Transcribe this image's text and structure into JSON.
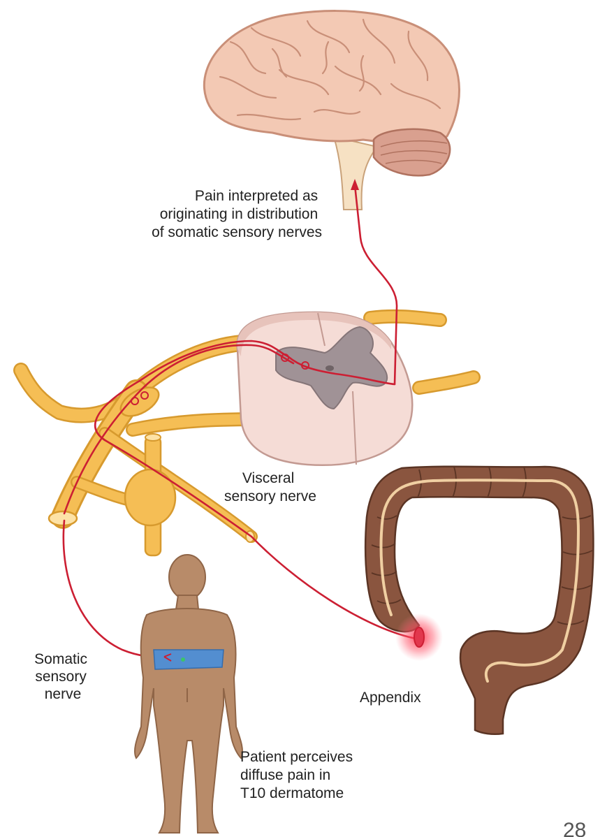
{
  "labels": {
    "brain_caption": [
      "Pain interpreted as",
      "originating in distribution",
      "of somatic sensory nerves"
    ],
    "visceral_nerve": [
      "Visceral",
      "sensory nerve"
    ],
    "somatic_nerve": [
      "Somatic",
      "sensory",
      "nerve"
    ],
    "appendix": "Appendix",
    "patient_caption": [
      "Patient perceives",
      "diffuse pain in",
      "T10 dermatome"
    ]
  },
  "page_number": "28",
  "colors": {
    "brain": "#f3c9b4",
    "brain_outline": "#c98f78",
    "cerebellum": "#d9a08f",
    "nerve": "#f5be55",
    "nerve_outline": "#d79a2e",
    "pathway": "#cc1f33",
    "spinal_cord": "#f5dcd6",
    "grey_matter": "#a09296",
    "colon": "#8a553f",
    "colon_stripe": "#f0cfa2",
    "body": "#b88b69",
    "dermatome": "#4e8fd6",
    "appendix_glow": "#ff3b55"
  }
}
